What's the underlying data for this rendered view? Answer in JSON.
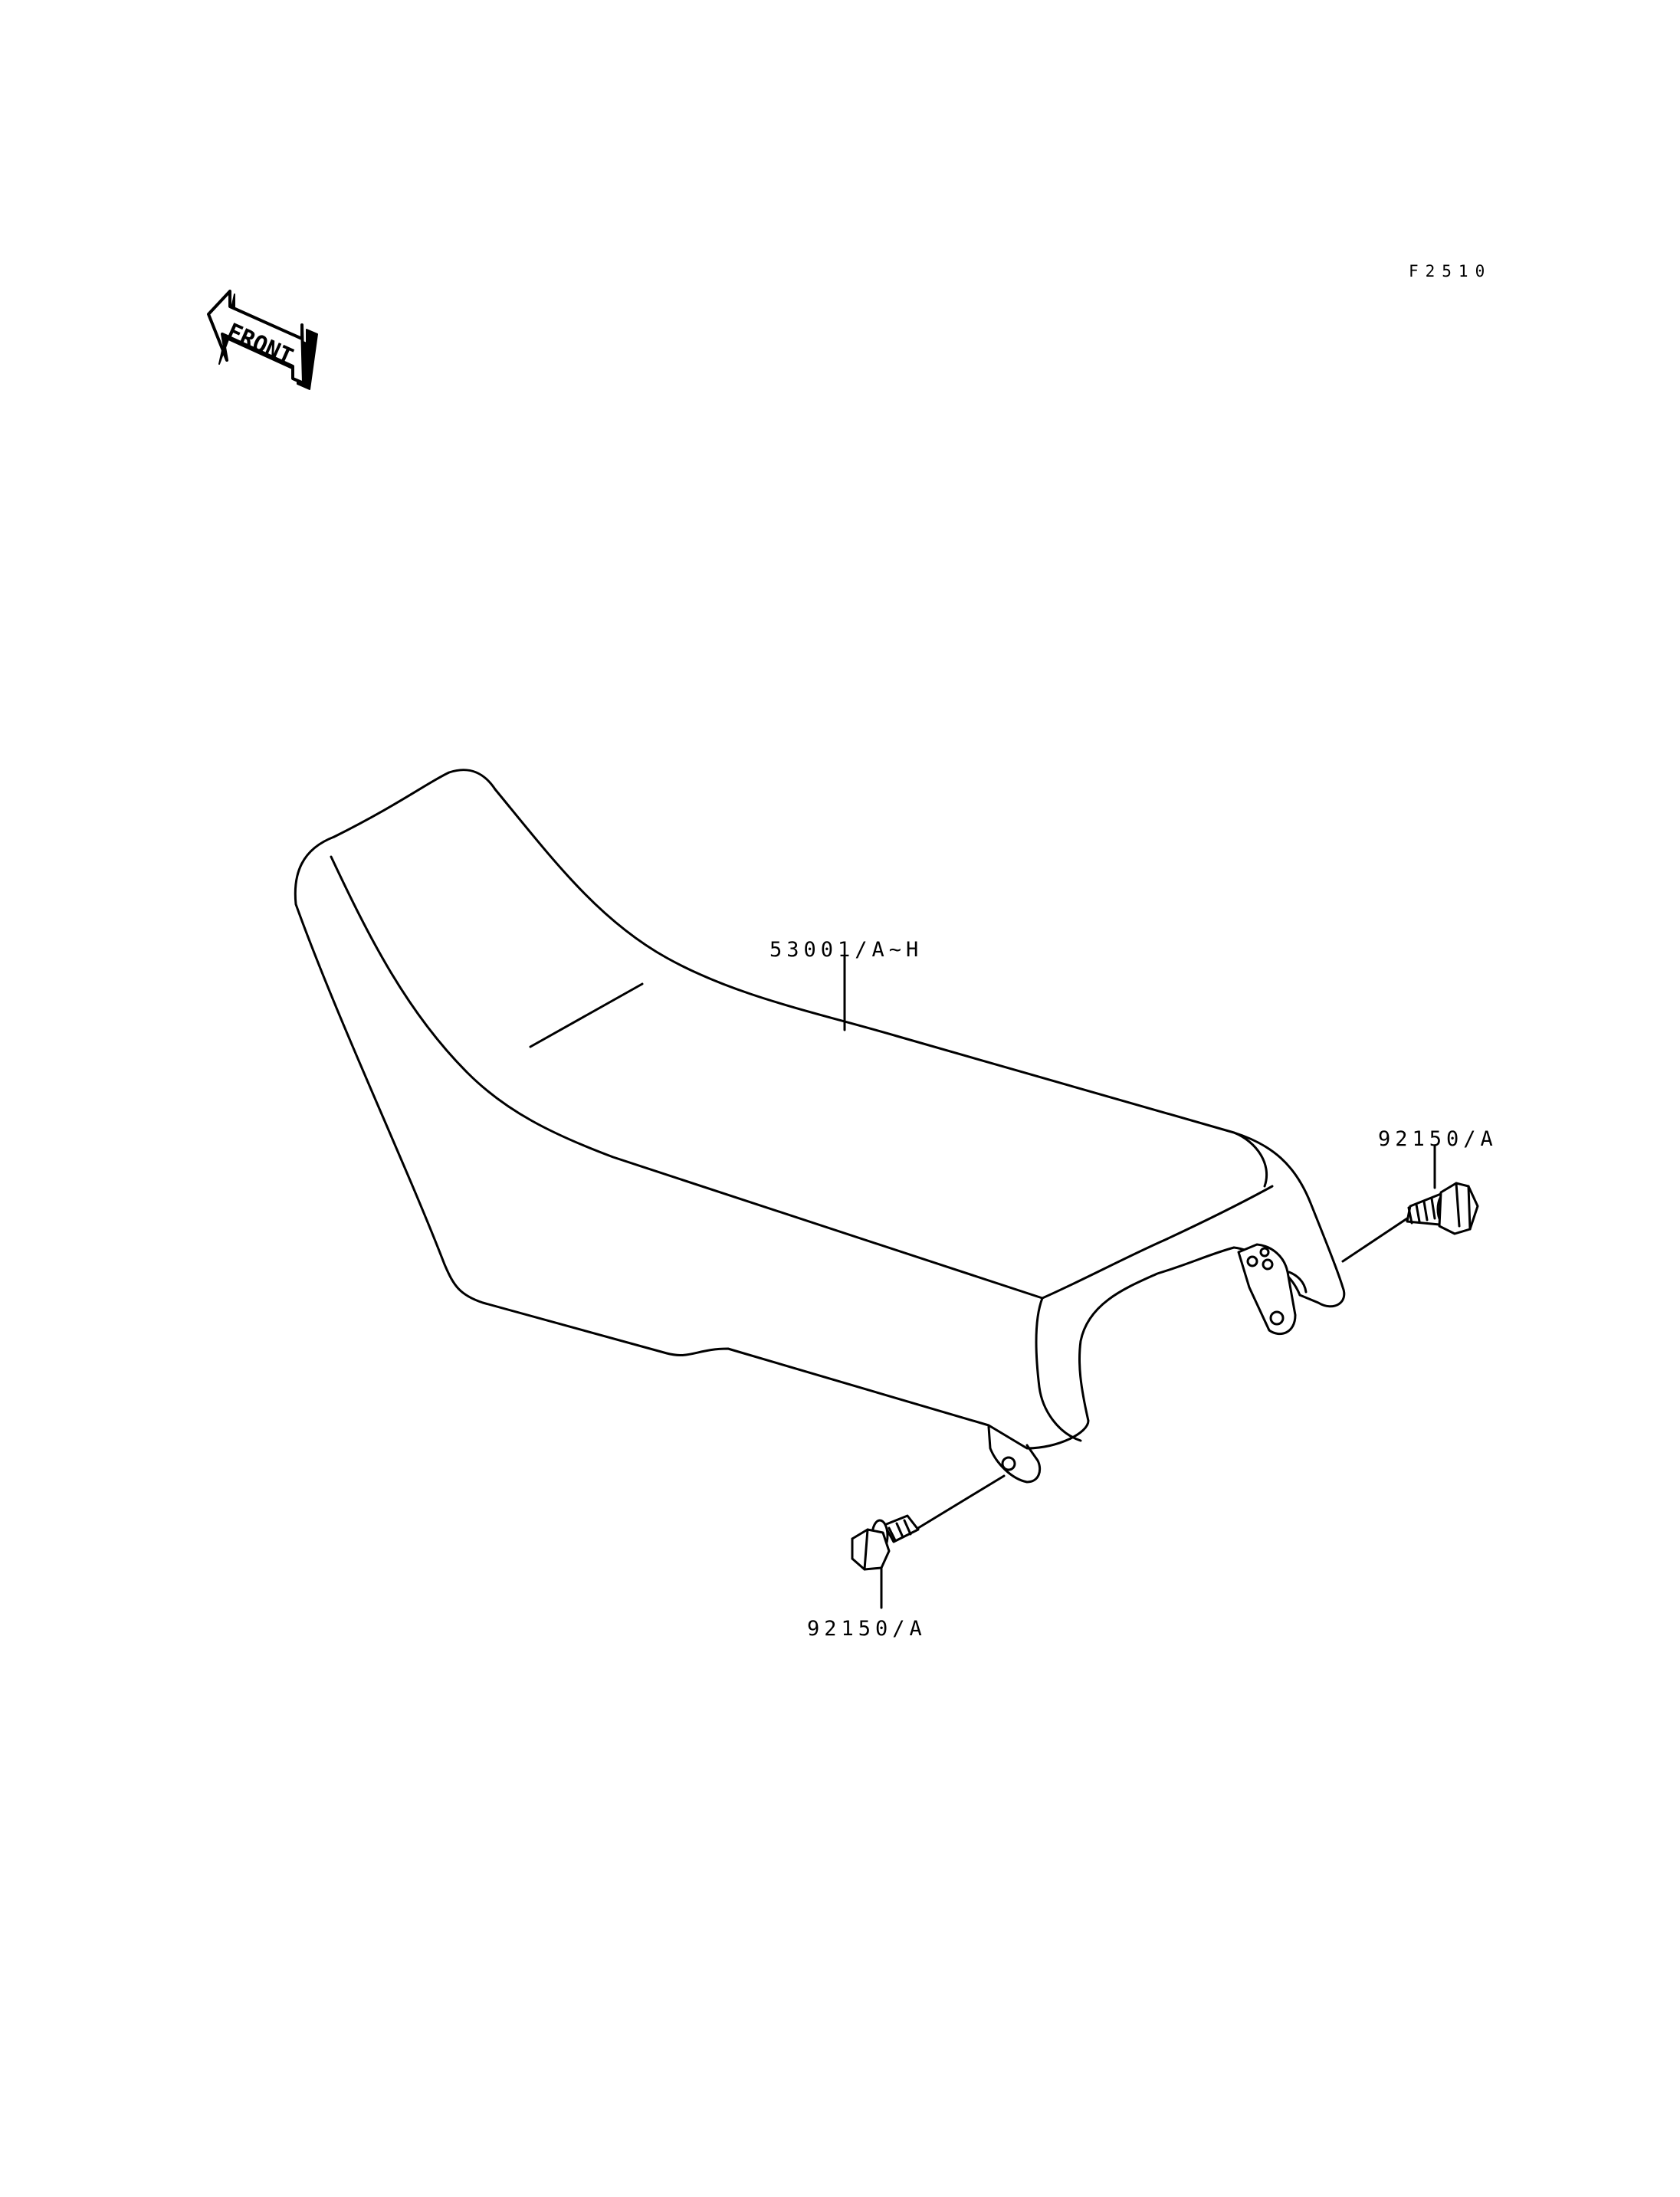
{
  "diagram_code": "F2510",
  "front_arrow": {
    "text": "FRONT",
    "icon": "front-direction-arrow-icon"
  },
  "parts": [
    {
      "id": "seat",
      "number": "53001/A~H"
    },
    {
      "id": "bolt-right",
      "number": "92150/A"
    },
    {
      "id": "bolt-left",
      "number": "92150/A"
    }
  ],
  "colors": {
    "line": "#000000",
    "background": "#ffffff"
  }
}
